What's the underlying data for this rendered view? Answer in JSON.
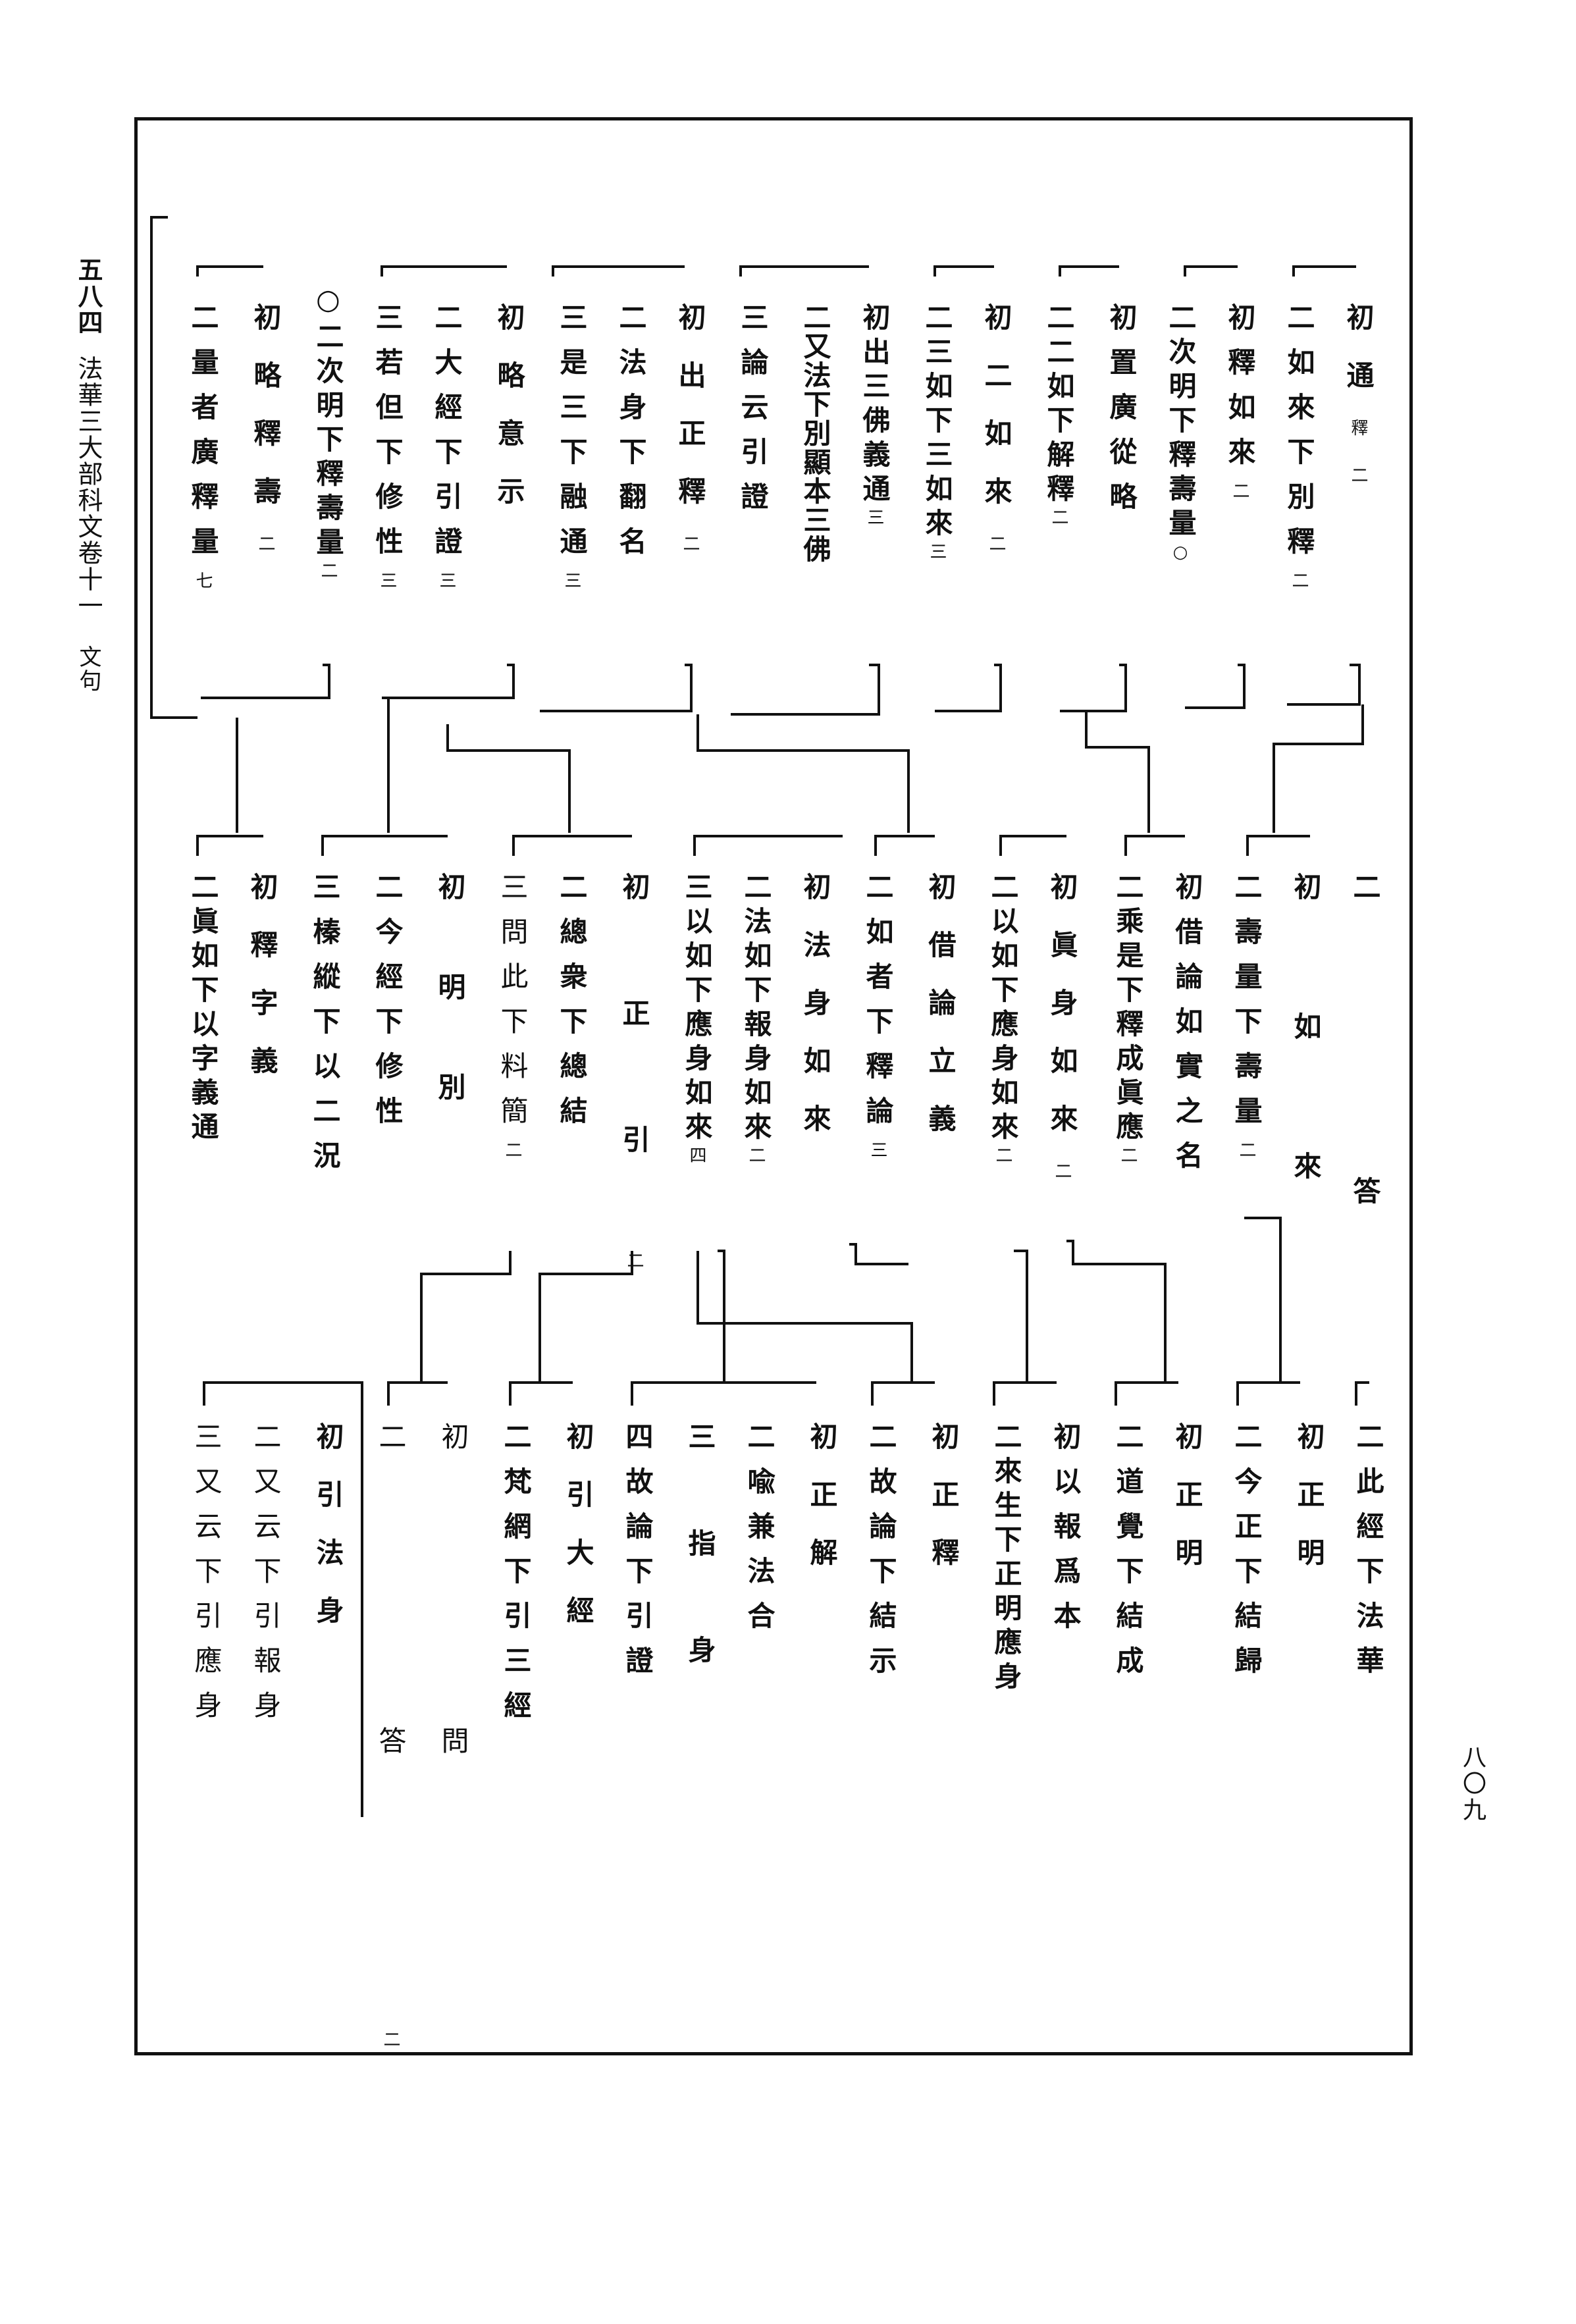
{
  "margin": {
    "page_number": "五八四",
    "book_title": "法華三大部科文卷十一",
    "section": "文句",
    "folio": "八〇九"
  },
  "tree": {
    "row1": [
      {
        "id": "r1-01",
        "text": "初通",
        "count": "釋二"
      },
      {
        "id": "r1-02",
        "text": "二如來下別釋",
        "count": "二"
      },
      {
        "id": "r1-03",
        "text": "初釋如來",
        "count": "二"
      },
      {
        "id": "r1-04",
        "text": "二次明下釋壽量",
        "count": "○"
      },
      {
        "id": "r1-05",
        "text": "初置廣從略",
        "count": ""
      },
      {
        "id": "r1-06",
        "text": "二二如下解釋",
        "count": "二"
      },
      {
        "id": "r1-07",
        "text": "初二如來",
        "count": "二"
      },
      {
        "id": "r1-08",
        "text": "二三如下三如來",
        "count": "三"
      },
      {
        "id": "r1-09",
        "text": "初出三佛義通",
        "count": "三"
      },
      {
        "id": "r1-10",
        "text": "二又法下別顯本三佛",
        "count": ""
      },
      {
        "id": "r1-11",
        "text": "三論云引證",
        "count": ""
      },
      {
        "id": "r1-12",
        "text": "初出正釋",
        "count": "二"
      },
      {
        "id": "r1-13",
        "text": "二法身下翻名",
        "count": ""
      },
      {
        "id": "r1-14",
        "text": "三是三下融通",
        "count": "三"
      },
      {
        "id": "r1-15",
        "text": "初略意示",
        "count": ""
      },
      {
        "id": "r1-16",
        "text": "二大經下引證",
        "count": "三"
      },
      {
        "id": "r1-17",
        "text": "三若但下修性",
        "count": "三"
      },
      {
        "id": "r1-18",
        "text": "○二次明下釋壽量",
        "count": "二"
      },
      {
        "id": "r1-19",
        "text": "初略釋壽",
        "count": "二"
      },
      {
        "id": "r1-20",
        "text": "二量者廣釋量",
        "count": "七"
      }
    ],
    "row2": [
      {
        "id": "r2-01",
        "text": "二答",
        "count": ""
      },
      {
        "id": "r2-02",
        "text": "初如來",
        "count": ""
      },
      {
        "id": "r2-03",
        "text": "二壽量下壽量",
        "count": "二"
      },
      {
        "id": "r2-04",
        "text": "初借論如實之名",
        "count": ""
      },
      {
        "id": "r2-05",
        "text": "二乘是下釋成眞應",
        "count": "二"
      },
      {
        "id": "r2-06",
        "text": "初眞身如來",
        "count": "二"
      },
      {
        "id": "r2-07",
        "text": "二以如下應身如來",
        "count": "二"
      },
      {
        "id": "r2-08",
        "text": "初借論立義",
        "count": ""
      },
      {
        "id": "r2-09",
        "text": "二如者下釋論",
        "count": "三"
      },
      {
        "id": "r2-10",
        "text": "初法身如來",
        "count": ""
      },
      {
        "id": "r2-11",
        "text": "二法如下報身如來",
        "count": "二"
      },
      {
        "id": "r2-12",
        "text": "三以如下應身如來",
        "count": "四"
      },
      {
        "id": "r2-13",
        "text": "初正引",
        "count": "二"
      },
      {
        "id": "r2-14",
        "text": "二總衆下總結",
        "count": ""
      },
      {
        "id": "r2-15",
        "text": "三問此下料簡",
        "count": "二"
      },
      {
        "id": "r2-16",
        "text": "初明別",
        "count": ""
      },
      {
        "id": "r2-17",
        "text": "二今經下修性",
        "count": ""
      },
      {
        "id": "r2-18",
        "text": "三榛縱下以二況",
        "count": ""
      },
      {
        "id": "r2-19",
        "text": "初釋字義",
        "count": ""
      },
      {
        "id": "r2-20",
        "text": "二眞如下以字義通",
        "count": ""
      }
    ],
    "row3": [
      {
        "id": "r3-01",
        "text": "二此經下法華",
        "count": ""
      },
      {
        "id": "r3-02",
        "text": "初正明",
        "count": ""
      },
      {
        "id": "r3-03",
        "text": "二今正下結歸",
        "count": ""
      },
      {
        "id": "r3-04",
        "text": "初正明",
        "count": ""
      },
      {
        "id": "r3-05",
        "text": "二道覺下結成",
        "count": ""
      },
      {
        "id": "r3-06",
        "text": "初以報爲本",
        "count": ""
      },
      {
        "id": "r3-07",
        "text": "二來生下正明應身",
        "count": ""
      },
      {
        "id": "r3-08",
        "text": "初正釋",
        "count": ""
      },
      {
        "id": "r3-09",
        "text": "二故論下結示",
        "count": ""
      },
      {
        "id": "r3-10",
        "text": "初正解",
        "count": ""
      },
      {
        "id": "r3-11",
        "text": "二喩兼法合",
        "count": ""
      },
      {
        "id": "r3-12",
        "text": "三指身",
        "count": ""
      },
      {
        "id": "r3-13",
        "text": "四故論下引證",
        "count": ""
      },
      {
        "id": "r3-14",
        "text": "初引大經",
        "count": ""
      },
      {
        "id": "r3-15",
        "text": "二梵網下引三經",
        "count": ""
      },
      {
        "id": "r3-16",
        "text": "初問",
        "count": ""
      },
      {
        "id": "r3-17",
        "text": "二答",
        "count": "二"
      },
      {
        "id": "r3-18",
        "text": "初引法身",
        "count": ""
      },
      {
        "id": "r3-19",
        "text": "二又云下引報身",
        "count": ""
      },
      {
        "id": "r3-20",
        "text": "三又云下引應身",
        "count": ""
      }
    ]
  }
}
